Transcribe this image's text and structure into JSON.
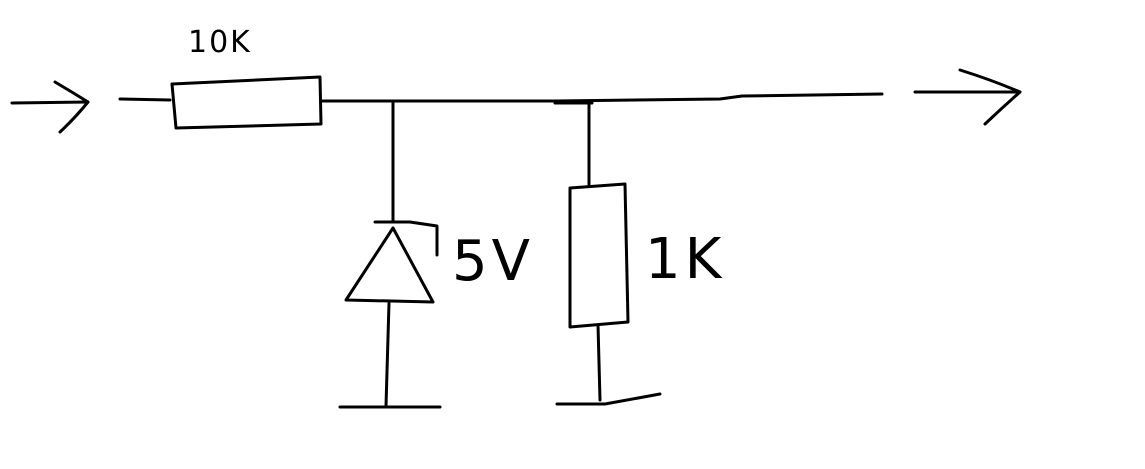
{
  "circuit": {
    "r1_label": "10K",
    "zener_label": "5V",
    "r2_label": "1K"
  },
  "colors": {
    "ink": "#000000",
    "background": "#ffffff"
  }
}
